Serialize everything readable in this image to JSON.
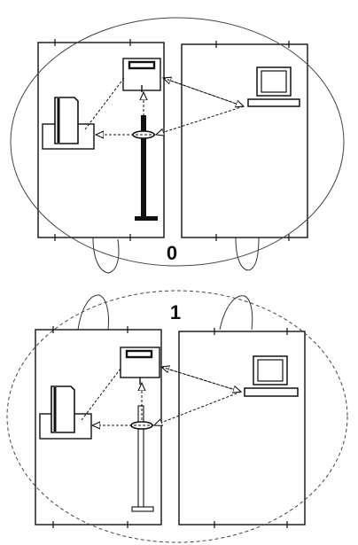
{
  "states": [
    {
      "label": "0",
      "link_style": "dashed",
      "pole_style": "solid"
    },
    {
      "label": "1",
      "link_style": "dashed",
      "pole_style": "hollow"
    }
  ],
  "colors": {
    "line": "#111111",
    "outline": "#333333",
    "background": "#ffffff"
  }
}
